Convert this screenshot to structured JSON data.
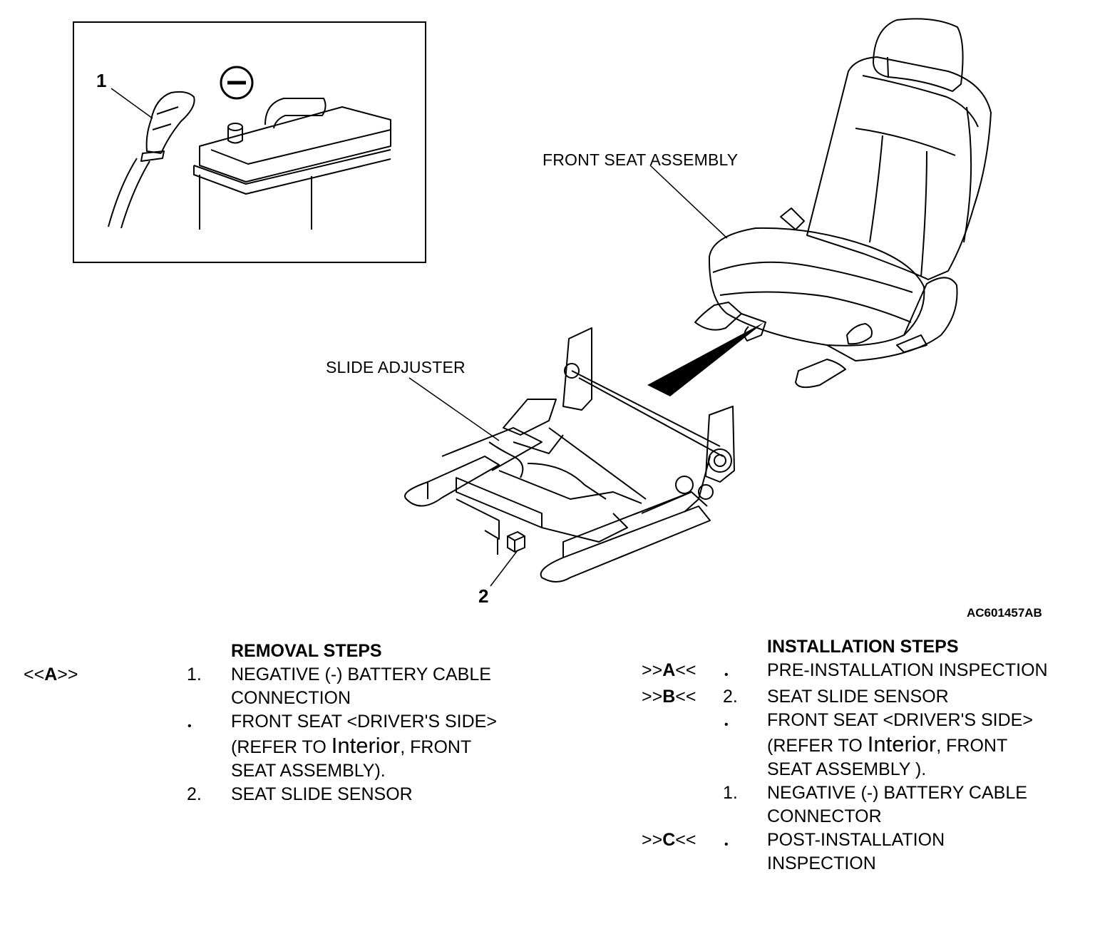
{
  "diagram": {
    "labels": {
      "front_seat_assembly": "FRONT SEAT ASSEMBLY",
      "slide_adjuster": "SLIDE ADJUSTER",
      "callout_1": "1",
      "callout_2": "2",
      "minus_symbol": "−",
      "figure_code": "AC601457AB"
    },
    "icons": [
      "negative-terminal-icon",
      "battery-icon",
      "battery-cable-icon",
      "seat-icon",
      "slide-adjuster-icon",
      "seat-slide-sensor-icon",
      "view-direction-arrow-icon"
    ]
  },
  "removal": {
    "heading": "REMOVAL STEPS",
    "steps": [
      {
        "ref_pre": "<<",
        "ref_key": "A",
        "ref_post": ">>",
        "marker": "1.",
        "line1": "NEGATIVE (-) BATTERY CABLE",
        "line2": "CONNECTION"
      },
      {
        "marker": "•",
        "line1": "FRONT SEAT <DRIVER'S SIDE>",
        "line2_pre": "(REFER TO ",
        "line2_link": "Interior",
        "line2_post": ", FRONT",
        "line3": "SEAT ASSEMBLY)."
      },
      {
        "marker": "2.",
        "line1": "SEAT SLIDE SENSOR"
      }
    ]
  },
  "installation": {
    "heading": "INSTALLATION STEPS",
    "steps": [
      {
        "ref_pre": ">>",
        "ref_key": "A",
        "ref_post": "<<",
        "marker": "•",
        "line1": "PRE-INSTALLATION INSPECTION"
      },
      {
        "ref_pre": ">>",
        "ref_key": "B",
        "ref_post": "<<",
        "marker": "2.",
        "line1": "SEAT SLIDE SENSOR"
      },
      {
        "marker": "•",
        "line1": "FRONT SEAT <DRIVER'S SIDE>",
        "line2_pre": "(REFER TO ",
        "line2_link": "Interior",
        "line2_post": ", FRONT",
        "line3": "SEAT ASSEMBLY )."
      },
      {
        "marker": "1.",
        "line1": "NEGATIVE (-) BATTERY CABLE",
        "line2": "CONNECTOR"
      },
      {
        "ref_pre": ">>",
        "ref_key": "C",
        "ref_post": "<<",
        "marker": "•",
        "line1": "POST-INSTALLATION",
        "line2": "INSPECTION"
      }
    ]
  }
}
